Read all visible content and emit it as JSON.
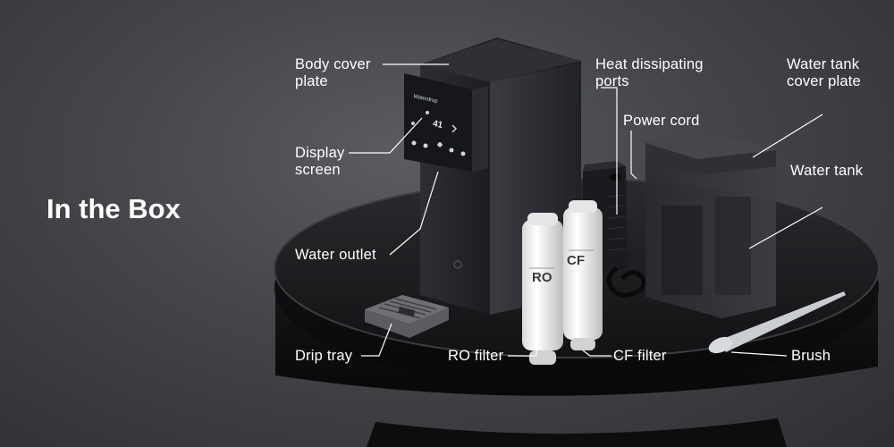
{
  "title": "In the Box",
  "brand": "Waterdrop",
  "display_reading": "41",
  "filters": {
    "ro": "RO",
    "cf": "CF"
  },
  "labels": {
    "body_cover_plate": [
      "Body cover",
      "plate"
    ],
    "display_screen": [
      "Display",
      "screen"
    ],
    "water_outlet": "Water outlet",
    "drip_tray": "Drip tray",
    "heat_dissipating_ports": [
      "Heat dissipating",
      "ports"
    ],
    "power_cord": "Power cord",
    "water_tank_cover_plate": [
      "Water tank",
      "cover plate"
    ],
    "water_tank": "Water tank",
    "ro_filter": "RO filter",
    "cf_filter": "CF filter",
    "brush": "Brush"
  }
}
